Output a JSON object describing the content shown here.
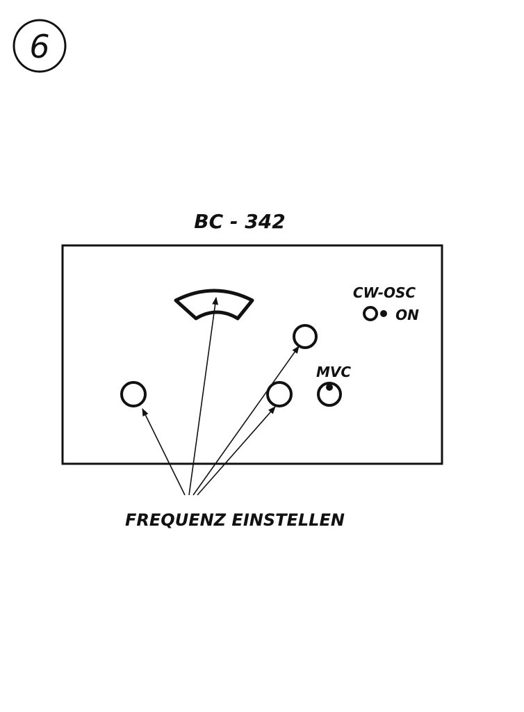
{
  "page_number": "6",
  "title": "BC - 342",
  "labels": {
    "cw_osc": "CW-OSC",
    "on": "ON",
    "mvc": "MVC",
    "caption": "FREQUENZ EINSTELLEN"
  },
  "colors": {
    "ink": "#111111",
    "paper": "#ffffff"
  }
}
